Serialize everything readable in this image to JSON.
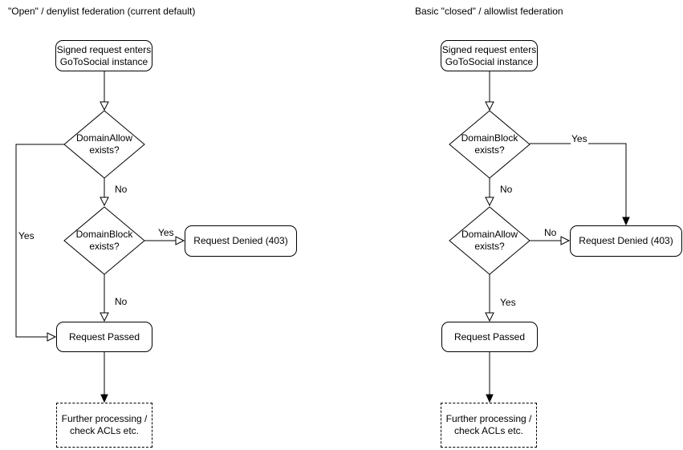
{
  "diagram": {
    "left": {
      "title": "\"Open\" / denylist federation (current default)",
      "nodes": {
        "start": "Signed request enters\nGoToSocial instance",
        "decision1": "DomainAllow\nexists?",
        "decision2": "DomainBlock\nexists?",
        "denied": "Request Denied (403)",
        "passed": "Request Passed",
        "further": "Further processing /\ncheck ACLs etc."
      },
      "edges": {
        "decision1_yes": "Yes",
        "decision1_no": "No",
        "decision2_yes": "Yes",
        "decision2_no": "No"
      }
    },
    "right": {
      "title": "Basic \"closed\" / allowlist federation",
      "nodes": {
        "start": "Signed request enters\nGoToSocial instance",
        "decision1": "DomainBlock\nexists?",
        "decision2": "DomainAllow\nexists?",
        "denied": "Request Denied (403)",
        "passed": "Request Passed",
        "further": "Further processing /\ncheck ACLs etc."
      },
      "edges": {
        "decision1_yes": "Yes",
        "decision1_no": "No",
        "decision2_no": "No",
        "decision2_yes": "Yes"
      }
    },
    "colors": {
      "stroke": "#000000",
      "background": "#ffffff"
    }
  }
}
